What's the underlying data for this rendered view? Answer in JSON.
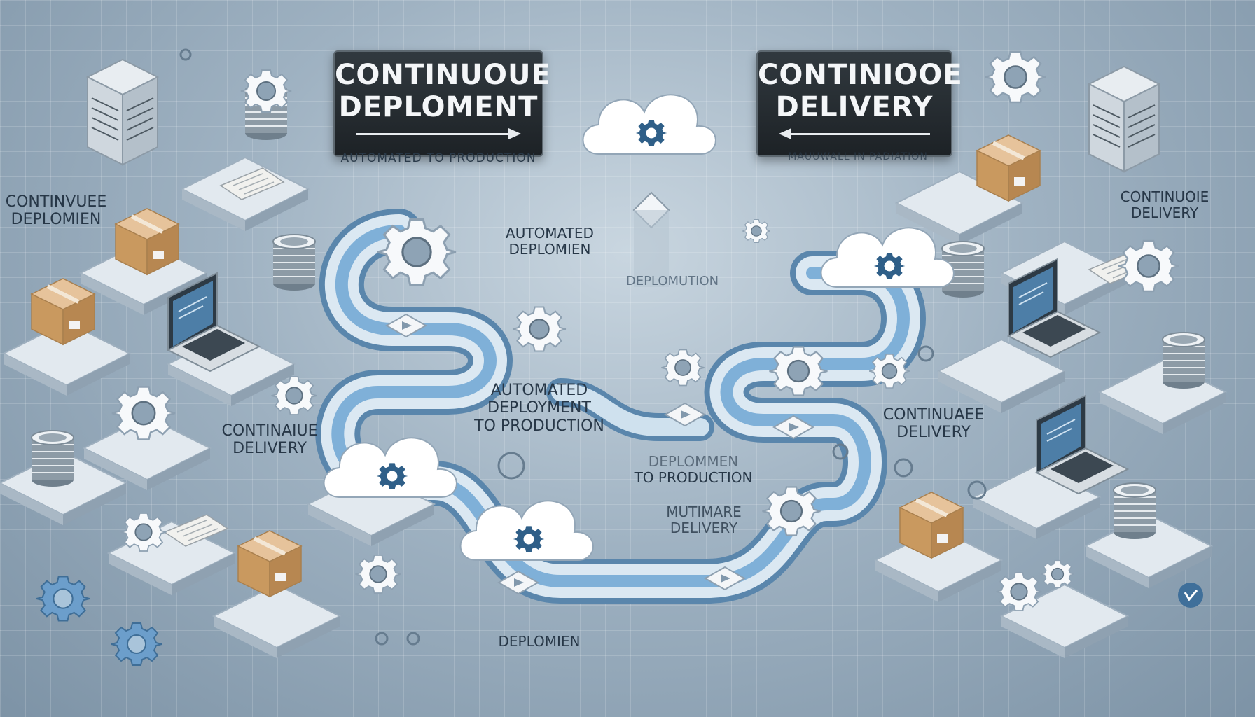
{
  "banners": {
    "deployment": {
      "line1": "CONTINUOUE",
      "line2": "DEPLOMENT",
      "caption": "AUTOMATED TO PRODUCTION"
    },
    "delivery": {
      "line1": "CONTINIOOE",
      "line2": "DELIVERY",
      "caption": "MAUUWALL IN PADIATION"
    }
  },
  "labels": {
    "left_top_line1": "CONTINVUEE",
    "left_top_line2": "DEPLOMIEN",
    "right_top_line1": "CONTINUOIE",
    "right_top_line2": "DELIVERY",
    "automated_top_line1": "AUTOMATED",
    "automated_top_line2": "DEPLOMIEN",
    "center_faint": "DEPLOMUTION",
    "automated_mid_line1": "AUTOMATED",
    "automated_mid_line2": "DEPLOYMENT",
    "automated_mid_line3": "TO PRODUCTION",
    "left_mid_line1": "CONTINAIUE",
    "left_mid_line2": "DELIVERY",
    "right_mid_line1": "CONTINUAEE",
    "right_mid_line2": "DELIVERY",
    "to_prod_line1": "DEPLOMMEN",
    "to_prod_line2": "TO PRODUCTION",
    "multimare_line1": "MUTIMARE",
    "multimare_line2": "DELIVERY",
    "bottom": "DEPLOMIEN"
  },
  "colors": {
    "pipe": "#5a96c8",
    "pipe_light": "#d7e8f5",
    "gear": "#ffffff",
    "gear_blue": "#5b8fbf",
    "box": "#d2a878",
    "platform": "#dfe6ec"
  },
  "icons": [
    "cloud-gear-icon",
    "gear-icon",
    "server-rack-icon",
    "database-icon",
    "package-icon",
    "laptop-icon",
    "document-icon",
    "play-arrow-icon"
  ]
}
